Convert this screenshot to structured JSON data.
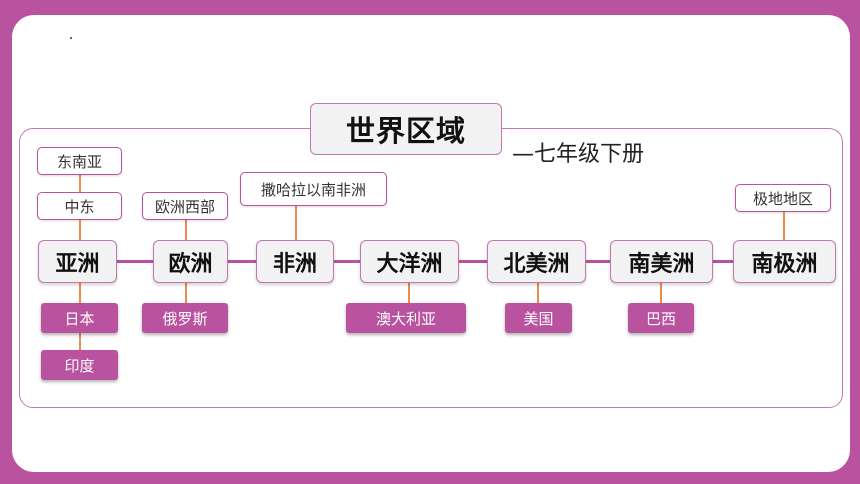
{
  "title": "世界区域",
  "subtitle": "—七年级下册",
  "continents": {
    "asia": "亚洲",
    "europe": "欧洲",
    "africa": "非洲",
    "oceania": "大洋洲",
    "north_america": "北美洲",
    "south_america": "南美洲",
    "antarctica": "南极洲"
  },
  "regions": {
    "southeast_asia": "东南亚",
    "middle_east": "中东",
    "western_europe": "欧洲西部",
    "sub_saharan_africa": "撒哈拉以南非洲",
    "polar": "极地地区"
  },
  "countries": {
    "japan": "日本",
    "india": "印度",
    "russia": "俄罗斯",
    "australia": "澳大利亚",
    "usa": "美国",
    "brazil": "巴西"
  },
  "colors": {
    "accent": "#b9529f",
    "connector": "#f08a4b",
    "box_fill": "#f2f2f2"
  }
}
